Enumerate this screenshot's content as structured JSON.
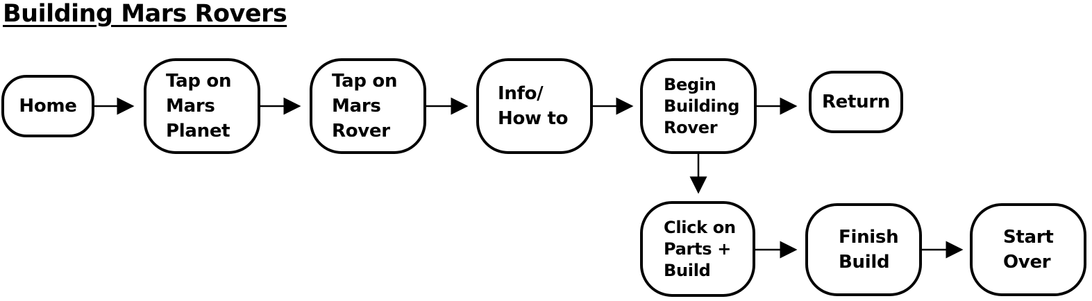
{
  "title": "Building Mars Rovers",
  "nodes": {
    "home": "Home",
    "tap_mars_planet": "Tap on\nMars\nPlanet",
    "tap_mars_rover": "Tap on\nMars\nRover",
    "info_how_to": "Info/\nHow to",
    "begin_building_rover": "Begin\nBuilding\nRover",
    "return": "Return",
    "click_parts_build": "Click on\nParts +\nBuild",
    "finish_build": "Finish\nBuild",
    "start_over": "Start\nOver"
  },
  "edges": [
    {
      "from": "Home",
      "to": "Tap on Mars Planet"
    },
    {
      "from": "Tap on Mars Planet",
      "to": "Tap on Mars Rover"
    },
    {
      "from": "Tap on Mars Rover",
      "to": "Info/ How to"
    },
    {
      "from": "Info/ How to",
      "to": "Begin Building Rover"
    },
    {
      "from": "Begin Building Rover",
      "to": "Return"
    },
    {
      "from": "Begin Building Rover",
      "to": "Click on Parts + Build"
    },
    {
      "from": "Click on Parts + Build",
      "to": "Finish Build"
    },
    {
      "from": "Finish Build",
      "to": "Start Over"
    }
  ],
  "colors": {
    "stroke": "#000000",
    "fill": "#ffffff",
    "text": "#000000"
  }
}
